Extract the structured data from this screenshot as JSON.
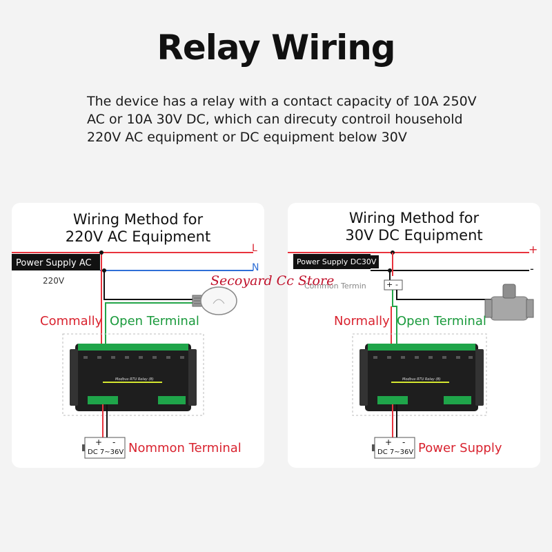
{
  "title": "Relay Wiring",
  "description": [
    "The device has a relay with a contact capacity of 10A 250V",
    "AC or 10A 30V DC, which can direcuty controil household",
    "220V AC equipment or DC equipment below 30V"
  ],
  "left_panel": {
    "title_line1": "Wiring Method for",
    "title_line2": "220V AC Equipment",
    "power_supply": "Power Supply AC",
    "voltage": "220V",
    "line_L": "L",
    "line_N": "N",
    "common_label": "Commally",
    "open_label": "Open Terminal",
    "bottom_label": "Nommon Terminal",
    "dc_plus": "+",
    "dc_minus": "-",
    "dc_range": "DC 7~36V",
    "device_brand": "Modbus RTU Relay (B)"
  },
  "right_panel": {
    "title_line1": "Wiring Method for",
    "title_line2": "30V DC Equipment",
    "power_supply": "Power Supply DC30V",
    "line_plus": "+",
    "line_minus": "-",
    "common_terminal": "Common Termin",
    "terminal_plus": "+",
    "terminal_minus": "-",
    "normally_label": "Normally",
    "open_label": "Open Terminal",
    "bottom_label": "Power Supply",
    "dc_plus": "+",
    "dc_minus": "-",
    "dc_range": "DC 7~36V",
    "device_brand": "Modbus RTU Relay (B)"
  },
  "watermark": "Secoyard Cc Store",
  "colors": {
    "live_wire": "#e8323c",
    "neutral_wire": "#2f6fd6",
    "switched_wire": "#22a447",
    "label_red": "#d9232f",
    "label_green": "#1a9a3c",
    "watermark": "#c0102a"
  }
}
